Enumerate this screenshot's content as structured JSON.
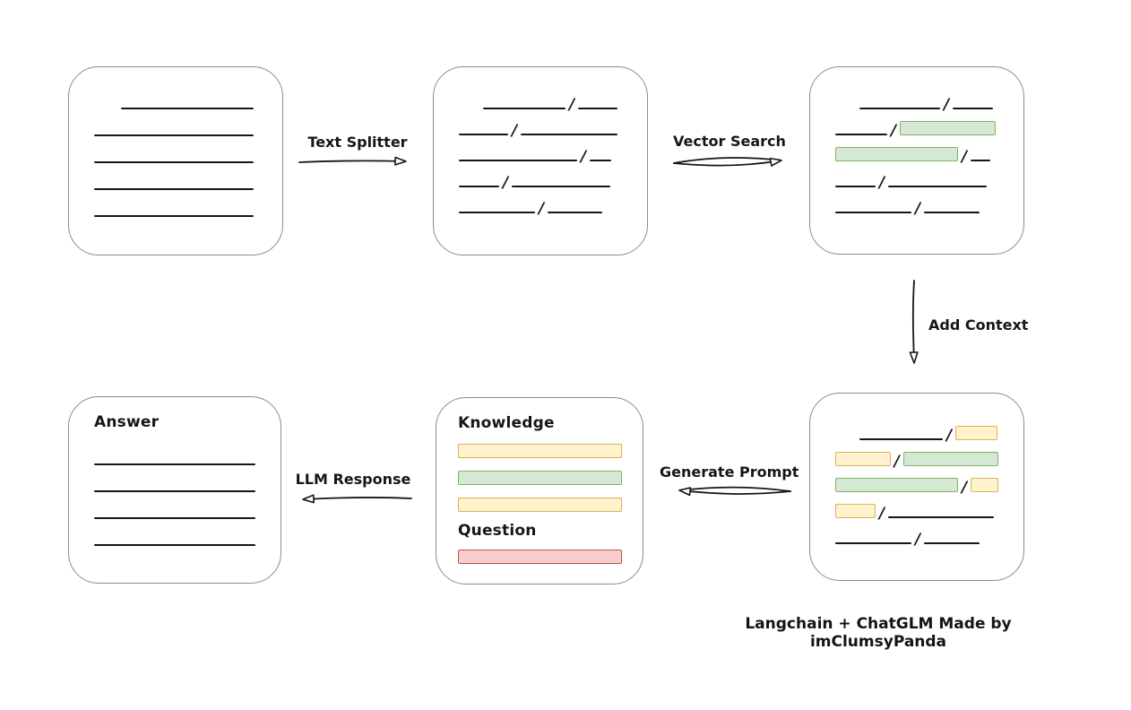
{
  "diagram": {
    "caption": "Langchain + ChatGLM Made by imClumsyPanda",
    "colors": {
      "green_fill": "#d5e8d4",
      "green_stroke": "#82b366",
      "yellow_fill": "#fff2cc",
      "yellow_stroke": "#d6b656",
      "red_fill": "#f8cecc",
      "red_stroke": "#b85450",
      "box_stroke": "#8c8c8c",
      "line_color": "#161616"
    },
    "arrows": {
      "text_splitter": {
        "label": "Text Splitter"
      },
      "vector_search": {
        "label": "Vector Search"
      },
      "add_context": {
        "label": "Add Context"
      },
      "generate_prompt": {
        "label": "Generate Prompt"
      },
      "llm_response": {
        "label": "LLM Response"
      }
    },
    "boxes": {
      "document": {
        "lines": [
          {
            "indent": 30,
            "w": 148
          },
          {
            "indent": 0,
            "w": 178
          },
          {
            "indent": 0,
            "w": 178
          },
          {
            "indent": 0,
            "w": 178
          },
          {
            "indent": 0,
            "w": 178
          }
        ]
      },
      "chunks": {
        "rows": [
          {
            "indent": 27,
            "segments": [
              {
                "kind": "line",
                "w": 92
              },
              {
                "kind": "slash"
              },
              {
                "kind": "line",
                "w": 44
              }
            ]
          },
          {
            "indent": 0,
            "segments": [
              {
                "kind": "line",
                "w": 55
              },
              {
                "kind": "slash"
              },
              {
                "kind": "line",
                "w": 108
              }
            ]
          },
          {
            "indent": 0,
            "segments": [
              {
                "kind": "line",
                "w": 132
              },
              {
                "kind": "slash"
              },
              {
                "kind": "line",
                "w": 24
              }
            ]
          },
          {
            "indent": 0,
            "segments": [
              {
                "kind": "line",
                "w": 45
              },
              {
                "kind": "slash"
              },
              {
                "kind": "line",
                "w": 110
              }
            ]
          },
          {
            "indent": 0,
            "segments": [
              {
                "kind": "line",
                "w": 85
              },
              {
                "kind": "slash"
              },
              {
                "kind": "line",
                "w": 61
              }
            ]
          }
        ]
      },
      "search_results": {
        "rows": [
          {
            "indent": 27,
            "segments": [
              {
                "kind": "line",
                "w": 90
              },
              {
                "kind": "slash"
              },
              {
                "kind": "line",
                "w": 45
              }
            ]
          },
          {
            "indent": 0,
            "segments": [
              {
                "kind": "line",
                "w": 58
              },
              {
                "kind": "slash"
              },
              {
                "kind": "green",
                "w": 107
              }
            ]
          },
          {
            "indent": 0,
            "segments": [
              {
                "kind": "green",
                "w": 137
              },
              {
                "kind": "slash"
              },
              {
                "kind": "line",
                "w": 22
              }
            ]
          },
          {
            "indent": 0,
            "segments": [
              {
                "kind": "line",
                "w": 45
              },
              {
                "kind": "slash"
              },
              {
                "kind": "line",
                "w": 110
              }
            ]
          },
          {
            "indent": 0,
            "segments": [
              {
                "kind": "line",
                "w": 85
              },
              {
                "kind": "slash"
              },
              {
                "kind": "line",
                "w": 62
              }
            ]
          }
        ]
      },
      "context": {
        "rows": [
          {
            "indent": 27,
            "segments": [
              {
                "kind": "line",
                "w": 93
              },
              {
                "kind": "slash"
              },
              {
                "kind": "yellow",
                "w": 47
              }
            ]
          },
          {
            "indent": 0,
            "segments": [
              {
                "kind": "yellow",
                "w": 62
              },
              {
                "kind": "slash"
              },
              {
                "kind": "green",
                "w": 107
              }
            ]
          },
          {
            "indent": 0,
            "segments": [
              {
                "kind": "green",
                "w": 138
              },
              {
                "kind": "slash"
              },
              {
                "kind": "yellow",
                "w": 31
              }
            ]
          },
          {
            "indent": 0,
            "segments": [
              {
                "kind": "yellow",
                "w": 45
              },
              {
                "kind": "slash"
              },
              {
                "kind": "line",
                "w": 118
              }
            ]
          },
          {
            "indent": 0,
            "segments": [
              {
                "kind": "line",
                "w": 85
              },
              {
                "kind": "slash"
              },
              {
                "kind": "line",
                "w": 62
              }
            ]
          }
        ]
      },
      "prompt": {
        "knowledge_label": "Knowledge",
        "question_label": "Question",
        "knowledge_bars": [
          "yellow",
          "green",
          "yellow"
        ],
        "question_bars": [
          "red"
        ]
      },
      "answer": {
        "label": "Answer",
        "lines": [
          {
            "indent": 0,
            "w": 180
          },
          {
            "indent": 0,
            "w": 180
          },
          {
            "indent": 0,
            "w": 180
          },
          {
            "indent": 0,
            "w": 180
          }
        ]
      }
    }
  }
}
